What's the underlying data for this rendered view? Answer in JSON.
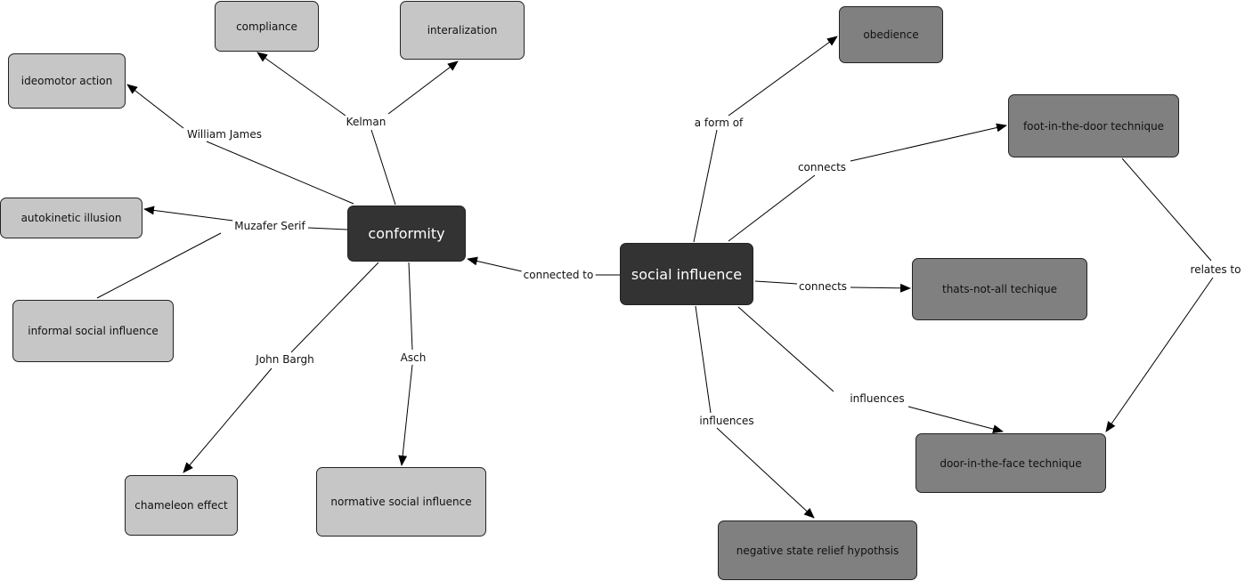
{
  "concepts": {
    "conformity": "conformity",
    "social_influence": "social influence",
    "compliance": "compliance",
    "interalization": "interalization",
    "ideomotor_action": "ideomotor action",
    "autokinetic_illusion": "autokinetic illusion",
    "informal_social_influence": "informal social influence",
    "chameleon_effect": "chameleon effect",
    "normative_social_influence": "normative social influence",
    "obedience": "obedience",
    "foot_in_the_door": "foot-in-the-door technique",
    "thats_not_all": "thats-not-all techique",
    "door_in_the_face": "door-in-the-face technique",
    "negative_state_relief": "negative state relief hypothsis"
  },
  "links": {
    "kelman": "Kelman",
    "william_james": "William James",
    "muzafer_serif": "Muzafer Serif",
    "john_bargh": "John Bargh",
    "asch": "Asch",
    "connected_to": "connected to",
    "a_form_of": "a form of",
    "connects_1": "connects",
    "connects_2": "connects",
    "influences_1": "influences",
    "influences_2": "influences",
    "relates_to": "relates to"
  },
  "colors": {
    "core": "#333333",
    "conformity_branch": "#c6c6c6",
    "social_influence_branch": "#808080"
  }
}
